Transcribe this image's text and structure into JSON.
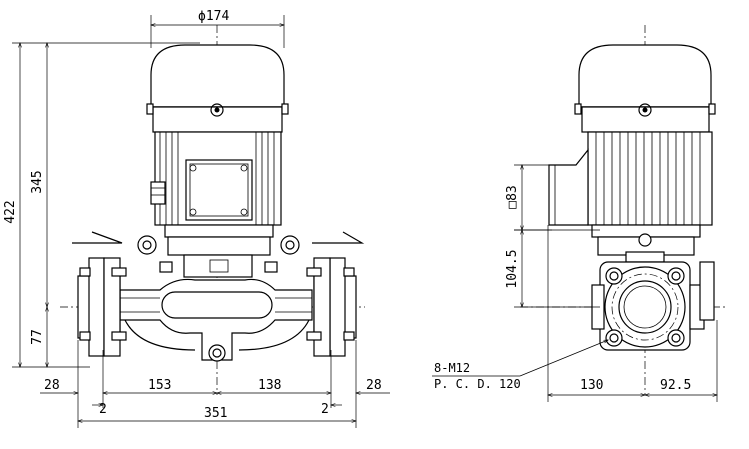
{
  "front_view": {
    "motor_diameter": "ϕ174",
    "overall_height": "422",
    "height_345": "345",
    "height_77": "77",
    "dim_28_left": "28",
    "dim_153": "153",
    "dim_138": "138",
    "dim_28_right": "28",
    "dim_2_left": "2",
    "dim_351": "351",
    "dim_2_right": "2"
  },
  "side_view": {
    "box_83": "□83",
    "height_104_5": "104.5",
    "bolts": "8-M12",
    "pcd": "P. C. D. 120",
    "dim_130": "130",
    "dim_92_5": "92.5"
  }
}
